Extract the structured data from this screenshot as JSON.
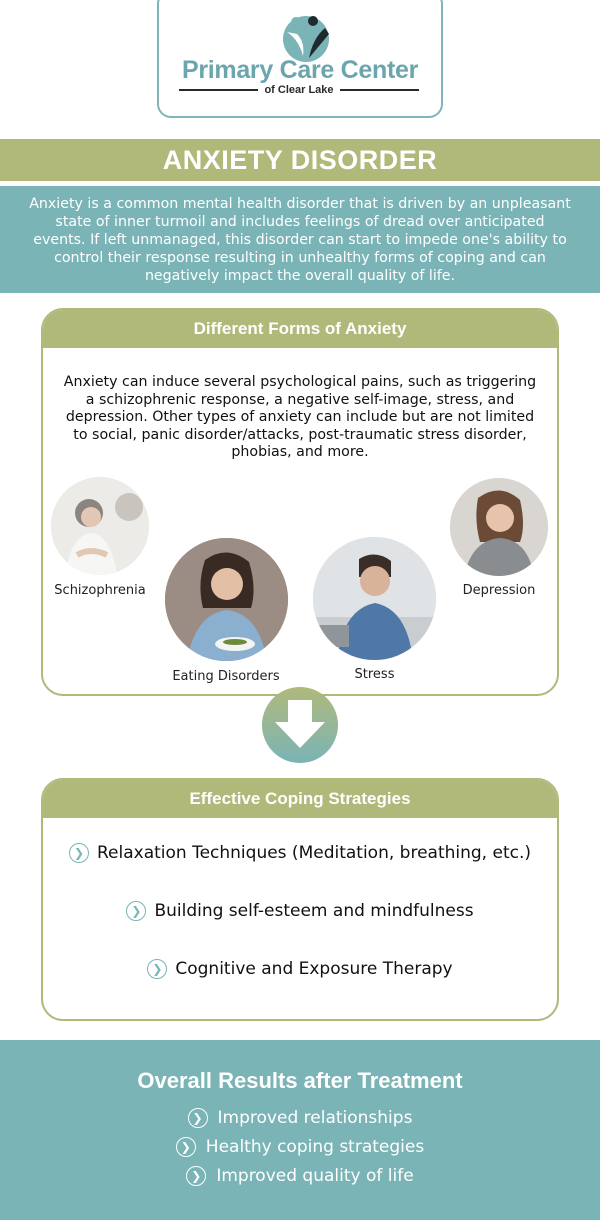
{
  "logo": {
    "title": "Primary Care Center",
    "subtitle": "of Clear Lake"
  },
  "header": {
    "title": "ANXIETY DISORDER"
  },
  "intro": {
    "text": "Anxiety is a common mental health disorder that is driven by an unpleasant state of inner turmoil and includes feelings of dread over anticipated events. If left unmanaged, this disorder can start to impede one's ability to control their response resulting in unhealthy forms of coping and can negatively impact the overall quality of life."
  },
  "forms": {
    "heading": "Different Forms of Anxiety",
    "text": "Anxiety can induce several psychological pains, such as triggering a schizophrenic response, a negative self-image, stress, and depression. Other types of anxiety can include but are not limited to social, panic disorder/attacks, post-traumatic stress disorder, phobias, and more.",
    "items": [
      {
        "label": "Schizophrenia"
      },
      {
        "label": "Eating Disorders"
      },
      {
        "label": "Stress"
      },
      {
        "label": "Depression"
      }
    ]
  },
  "coping": {
    "heading": "Effective Coping Strategies",
    "items": [
      {
        "label": "Relaxation Techniques (Meditation, breathing, etc.)"
      },
      {
        "label": "Building self-esteem and mindfulness"
      },
      {
        "label": "Cognitive and Exposure Therapy"
      }
    ]
  },
  "results": {
    "heading": "Overall Results after Treatment",
    "items": [
      {
        "label": "Improved relationships"
      },
      {
        "label": "Healthy coping strategies"
      },
      {
        "label": "Improved quality of life"
      }
    ]
  },
  "colors": {
    "olive": "#b0b97a",
    "teal": "#7ab4b6",
    "logo_teal": "#6aa6ac"
  },
  "icons": {
    "bullet": "chevron-right-circle-icon",
    "arrow": "arrow-down-icon",
    "logo": "person-emblem-icon"
  }
}
